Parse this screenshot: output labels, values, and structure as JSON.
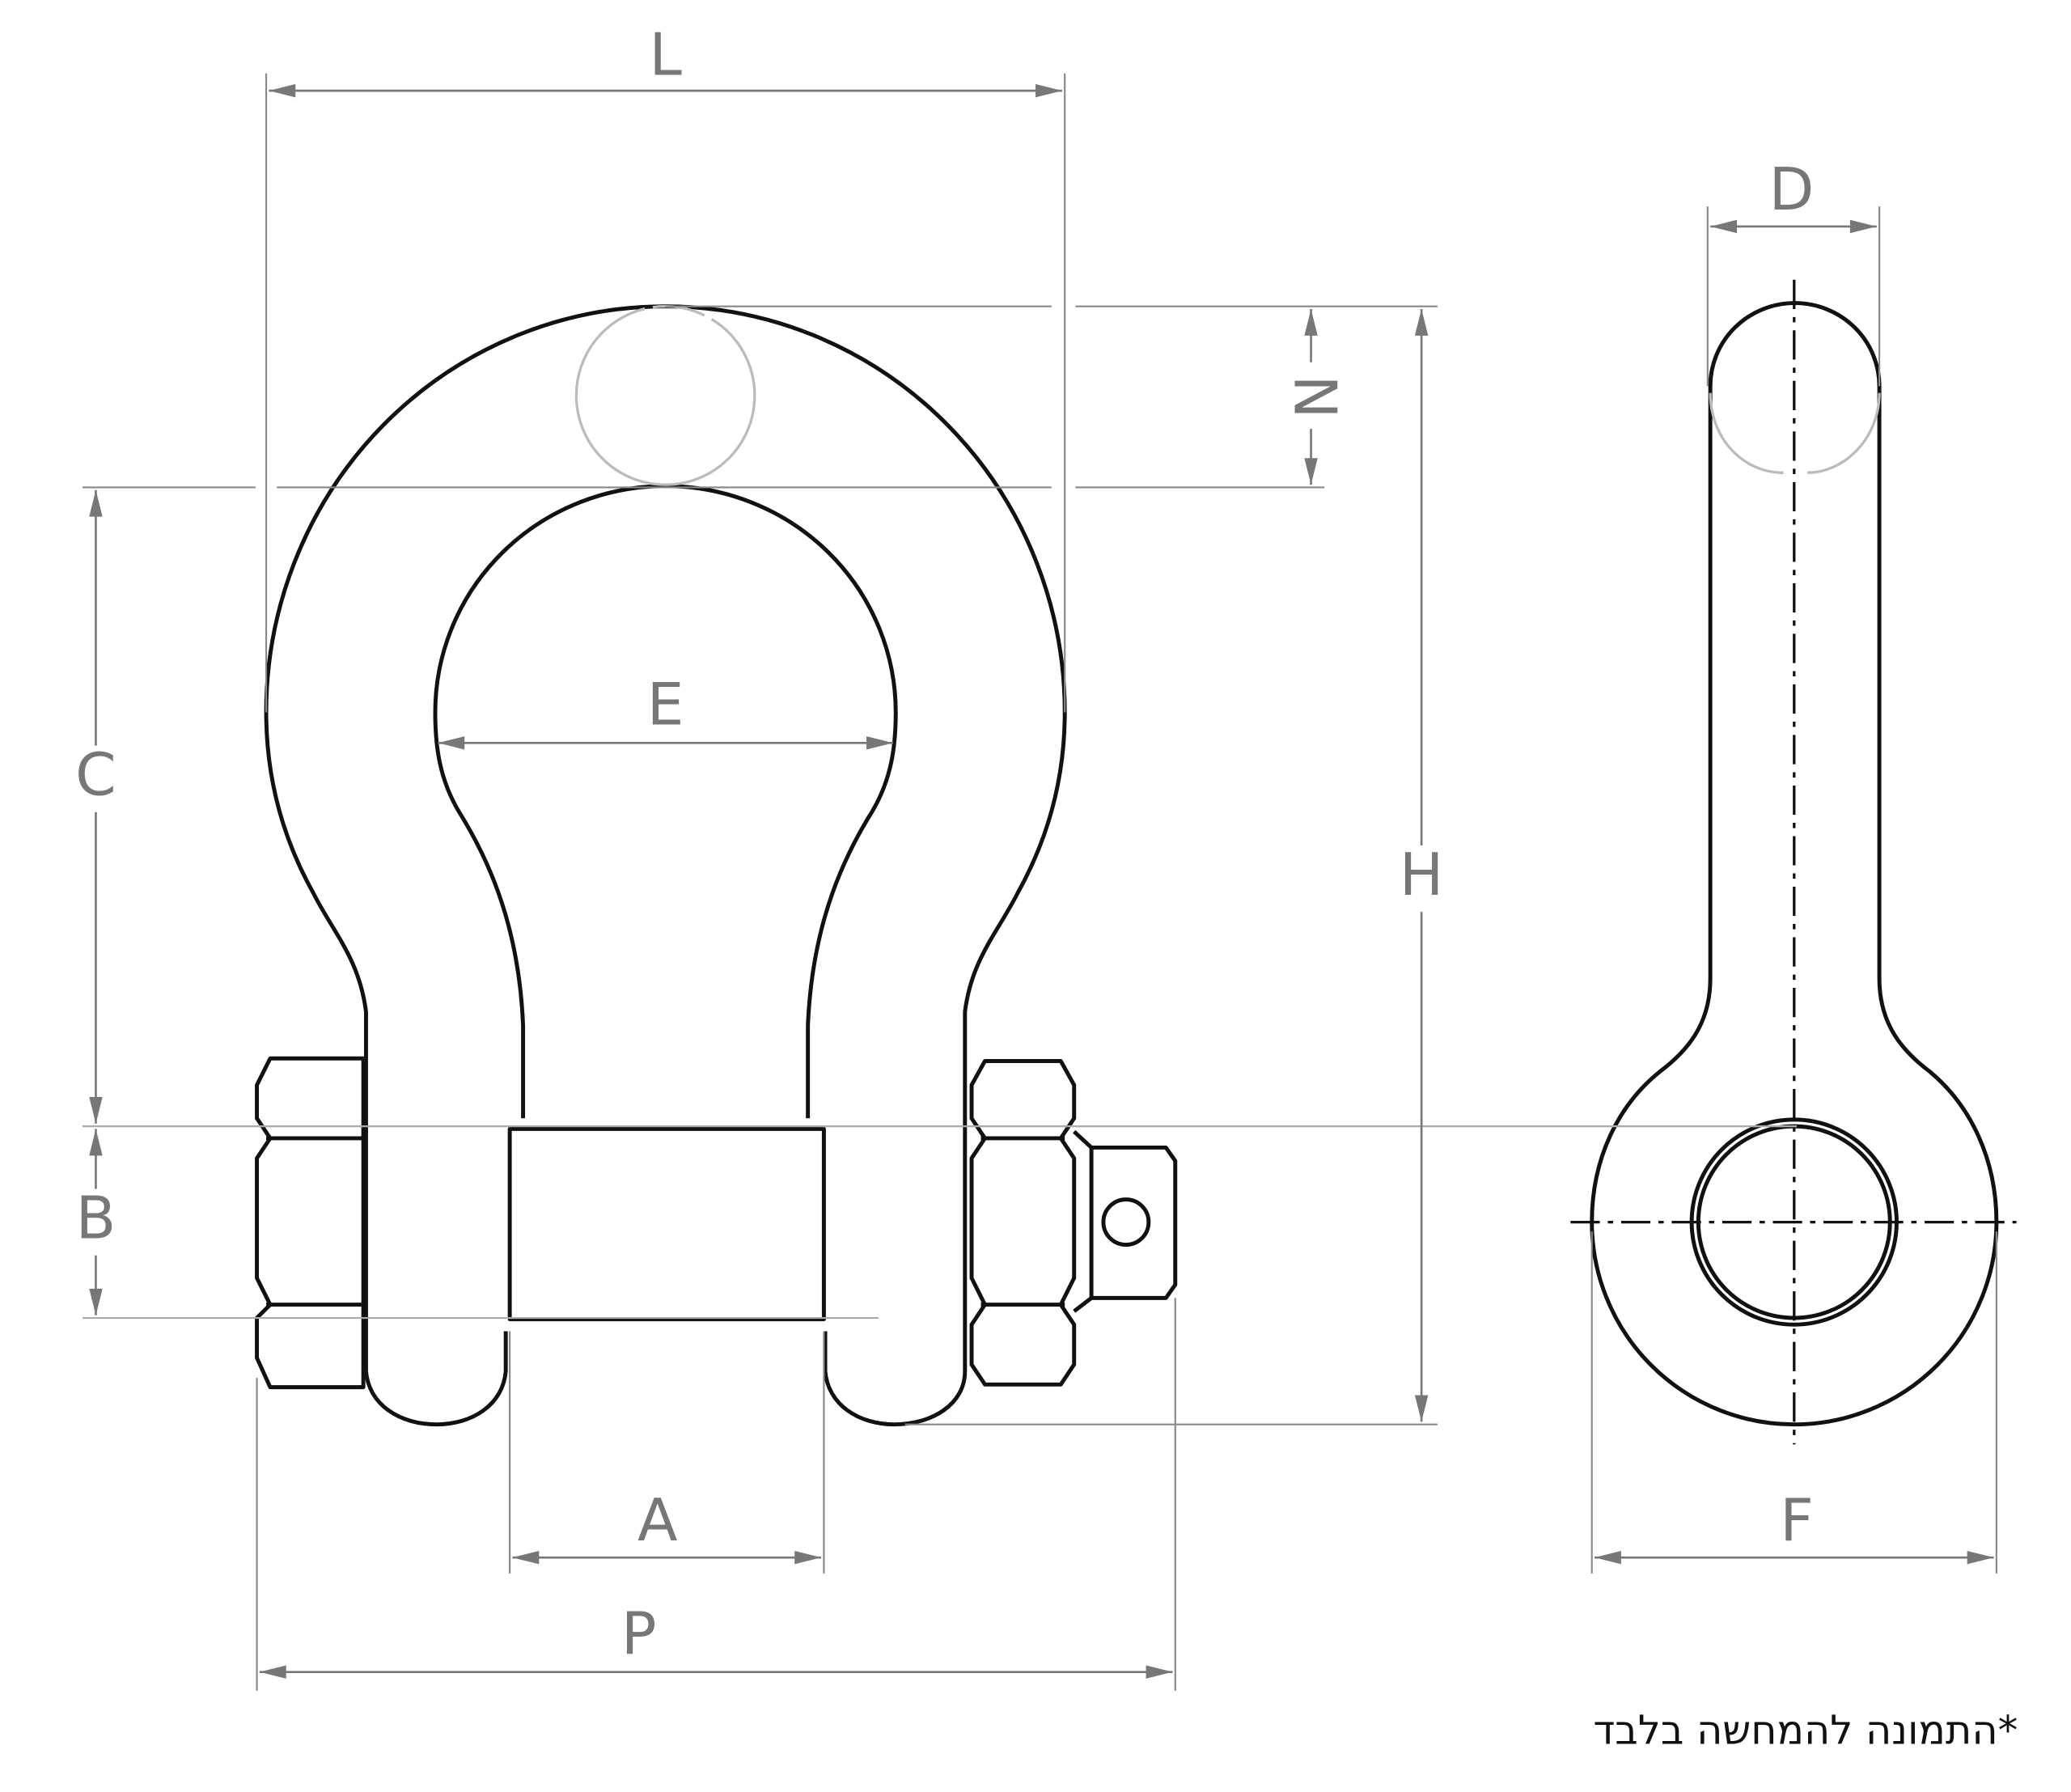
{
  "dimensions": {
    "L": "L",
    "D": "D",
    "N": "N",
    "C": "C",
    "E": "E",
    "H": "H",
    "B": "B",
    "A": "A",
    "P": "P",
    "F": "F"
  },
  "note": "*התמונה להמחשה בלבד",
  "colors": {
    "outline": "#111111",
    "dimension": "#777777"
  }
}
